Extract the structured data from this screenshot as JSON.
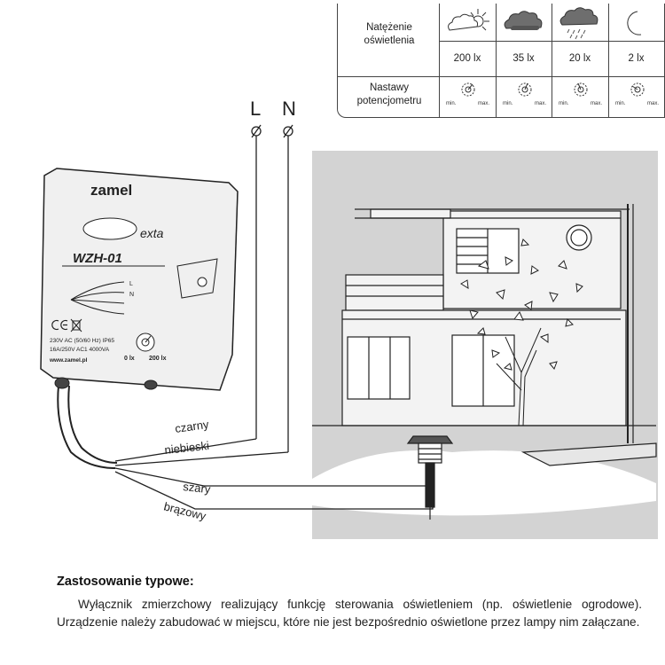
{
  "table": {
    "row1_label": "Natężenie oświetlenia",
    "row2_label": "Nastawy potencjometru",
    "lux_values": [
      "200 lx",
      "35 lx",
      "20 lx",
      "2 lx"
    ],
    "pot_min": "min.",
    "pot_max": "max.",
    "weather_icons": [
      "partly-cloudy-sun-icon",
      "dark-cloud-icon",
      "rain-cloud-icon",
      "crescent-moon-icon"
    ]
  },
  "terminals": {
    "L": "L",
    "N": "N",
    "connector_symbol": "Ø"
  },
  "device": {
    "brand": "zamel",
    "sub_brand": "exta",
    "model": "WZH-01",
    "wire_l": "L",
    "wire_n": "N",
    "spec_line1": "230V AC (50/60 Hz)   IP65",
    "spec_line2": "16A/250V AC1 4000VA",
    "website": "www.zamel.pl",
    "knob_min": "0 lx",
    "knob_max": "200 lx"
  },
  "wires": {
    "czarny": "czarny",
    "niebieski": "niebieski",
    "szary": "szary",
    "brazowy": "brązowy"
  },
  "colors": {
    "scene_bg": "#d3d3d3",
    "line": "#222222",
    "house": "#f3f3f3"
  },
  "text": {
    "title": "Zastosowanie typowe:",
    "body": "Wyłącznik zmierzchowy realizujący funkcję sterowania oświetleniem (np. oświetlenie ogrodowe). Urządzenie należy zabudować w miejscu, które nie jest bezpośrednio oświetlone przez lampy nim załączane."
  }
}
